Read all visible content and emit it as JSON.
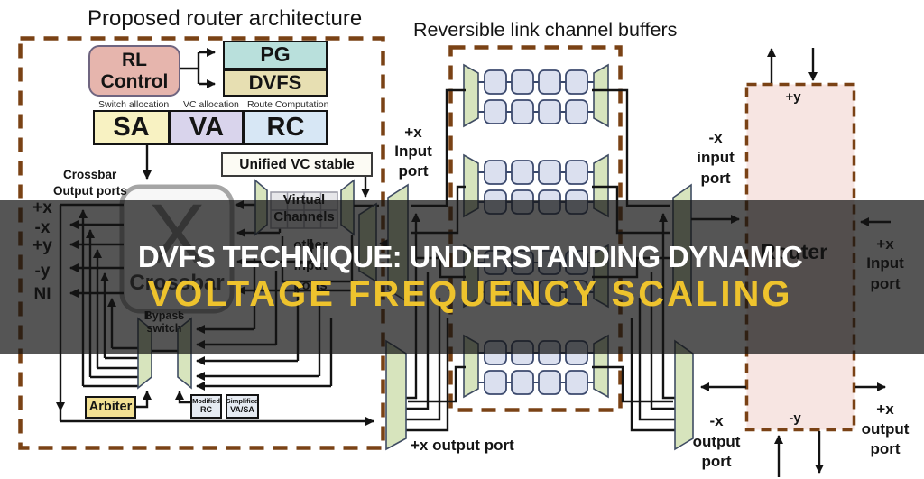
{
  "left_panel": {
    "title": "Proposed router architecture",
    "rl_control": {
      "line1": "RL",
      "line2": "Control"
    },
    "pg": "PG",
    "dvfs": "DVFS",
    "stage_captions": {
      "sa": "Switch allocation",
      "va": "VC allocation",
      "rc": "Route Computation"
    },
    "stages": {
      "sa": "SA",
      "va": "VA",
      "rc": "RC"
    },
    "crossbar": {
      "x_glyph": "X",
      "label": "Crossbar",
      "caption_line1": "Crossbar",
      "caption_line2": "Output ports",
      "ports": [
        "+x",
        "-x",
        "+y",
        "-y",
        "NI"
      ]
    },
    "unified_vc": "Unified VC stable",
    "virtual_channels": {
      "line1": "Virtual",
      "line2": "Channels"
    },
    "other_input_ports": {
      "line1": "other",
      "line2": "input",
      "line3": "ports"
    },
    "bypass_switch": {
      "line1": "Bypass",
      "line2": "switch"
    },
    "arbiter": "Arbiter",
    "modified_rc": {
      "line1": "Modified",
      "line2": "RC"
    },
    "simplified_vasa": {
      "line1": "Simplified",
      "line2": "VA/SA"
    }
  },
  "middle_panel": {
    "title": "Reversible link channel buffers",
    "x_input_port": {
      "line1": "+x",
      "line2": "Input",
      "line3": "port"
    },
    "x_output_port": "+x output port",
    "neg_x_input_port": {
      "line1": "-x",
      "line2": "input",
      "line3": "port"
    },
    "neg_x_output_port": {
      "line1": "-x",
      "line2": "output",
      "line3": "port"
    }
  },
  "router_panel": {
    "label": "Router",
    "plus_y": "+y",
    "neg_y": "-y",
    "x_input_port": {
      "line1": "+x",
      "line2": "Input",
      "line3": "port"
    },
    "x_output_port": {
      "line1": "+x",
      "line2": "output",
      "line3": "port"
    }
  },
  "overlay": {
    "line1": "DVFS TECHNIQUE: UNDERSTANDING DYNAMIC",
    "line2": "VOLTAGE FREQUENCY SCALING",
    "band_color": "rgba(20,20,20,0.72)",
    "line1_color": "#ffffff",
    "line2_color": "#eec32d"
  },
  "colors": {
    "dashed_border_brown": "#7a4215",
    "router_fill": "#f7e5e2",
    "rl_control_fill": "#e6b5ad",
    "pg_fill": "#b9e0dc",
    "dvfs_fill": "#e7dfb2",
    "sa_fill": "#f8f2c2",
    "va_fill": "#d9d4ec",
    "rc_fill": "#d7e7f5",
    "arbiter_fill": "#f2e093",
    "buffer_cell_fill": "#dbe0ef",
    "mux_fill": "#d7e4bd",
    "wire_black": "#131313"
  }
}
